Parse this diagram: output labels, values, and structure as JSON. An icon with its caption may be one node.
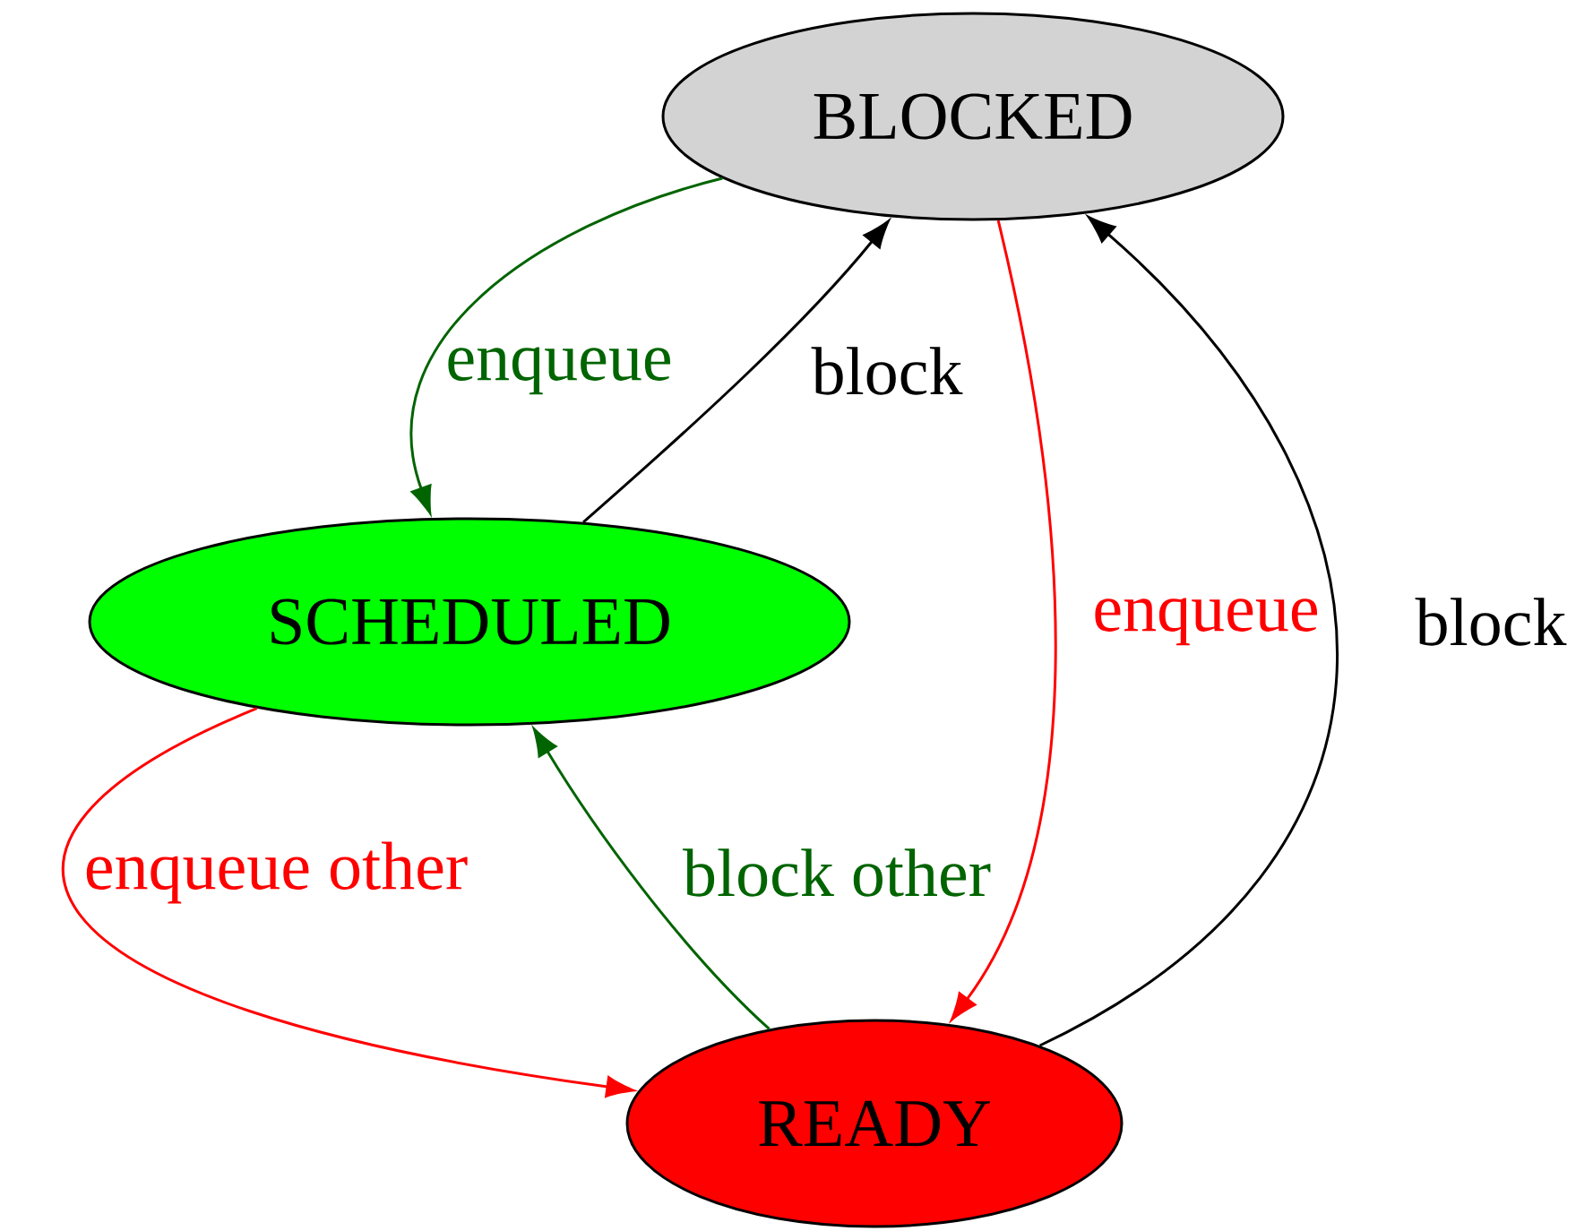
{
  "diagram": {
    "nodes": [
      {
        "text": [
          "BLOCKED"
        ]
      },
      {
        "text": [
          "SCHEDULED"
        ]
      },
      {
        "text": [
          "READY"
        ]
      }
    ],
    "edges": [
      {
        "from": 0,
        "to": 1,
        "arrow": "to",
        "label": "enqueue",
        "color": "#006400"
      },
      {
        "from": 1,
        "to": 0,
        "arrow": "to",
        "label": "block",
        "color": "#000000"
      },
      {
        "from": 0,
        "to": 2,
        "arrow": "to",
        "label": "enqueue",
        "color": "#ff0000"
      },
      {
        "from": 2,
        "to": 0,
        "arrow": "to",
        "label": "block",
        "color": "#000000"
      },
      {
        "from": 1,
        "to": 2,
        "arrow": "to",
        "label": "enqueue other",
        "color": "#ff0000"
      },
      {
        "from": 2,
        "to": 1,
        "arrow": "to",
        "label": "block other",
        "color": "#006400"
      }
    ]
  }
}
